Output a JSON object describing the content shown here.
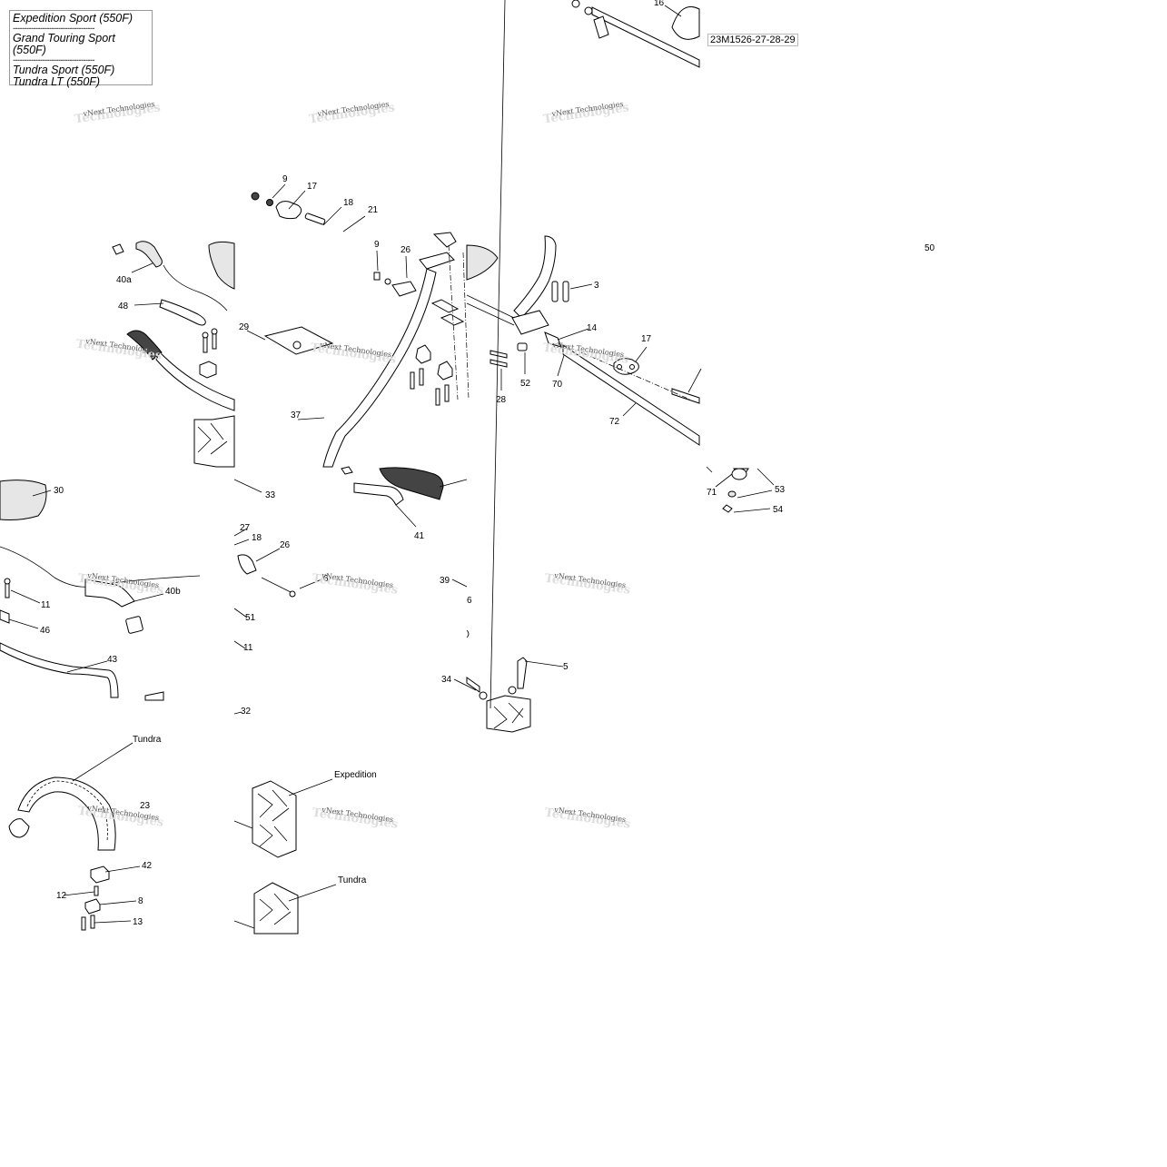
{
  "legend": {
    "models": [
      "Expedition Sport (550F)",
      "Grand Touring Sport (550F)",
      "Tundra Sport (550F)",
      "Tundra LT (550F)"
    ],
    "separator": "------------------------------------"
  },
  "reference_code": "23M1526-27-28-29",
  "watermark": "vNext Technologies",
  "variant_labels": {
    "tundra_grab_handle": "Tundra",
    "expedition_bracket": "Expedition",
    "tundra_bracket": "Tundra"
  },
  "callouts": [
    "16",
    "9",
    "17",
    "18",
    "21",
    "9",
    "26",
    "40a",
    "48",
    "29",
    "3",
    "14",
    "17",
    "70",
    "52",
    "28",
    "37",
    "72",
    "30",
    "33",
    "41",
    "71",
    "53",
    "54",
    "50",
    "27",
    "18",
    "26",
    "6",
    "11",
    "46",
    "40b",
    "51",
    "11",
    "43",
    "39",
    "6",
    "5",
    "34",
    "32",
    "23",
    "42",
    "12",
    "8",
    "13"
  ]
}
